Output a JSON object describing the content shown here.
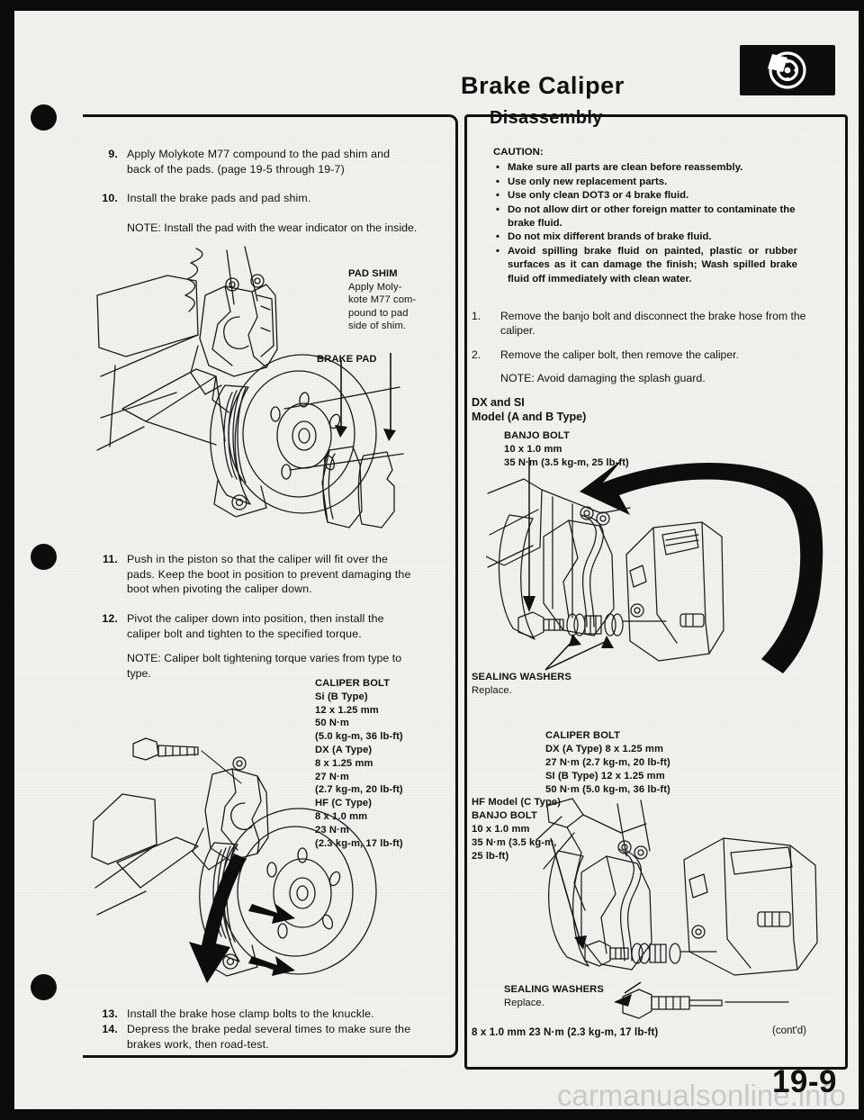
{
  "page": {
    "title": "Brake Caliper",
    "section": "Disassembly",
    "number": "19-9",
    "watermark": "carmanualsonline.info",
    "continued": "(cont'd)",
    "icon": "brake-rotor-icon"
  },
  "left_column": {
    "steps": [
      {
        "num": "9.",
        "text": "Apply Molykote M77 compound to the pad shim and back of the pads. (page 19-5 through 19-7)"
      },
      {
        "num": "10.",
        "text": "Install the brake pads and pad shim."
      }
    ],
    "note_1": "NOTE: Install the pad with the wear indicator on the inside.",
    "callouts": {
      "pad_shim_title": "PAD SHIM",
      "pad_shim_text": "Apply Moly-\nkote M77 com-\npound to pad\nside of shim.",
      "brake_pad": "BRAKE PAD"
    },
    "steps_2": [
      {
        "num": "11.",
        "text": "Push in the piston so that the caliper will fit over the pads. Keep the boot in position to prevent damaging the boot when pivoting the caliper down."
      },
      {
        "num": "12.",
        "text": "Pivot the caliper down into position, then install the caliper bolt and tighten to the specified torque."
      }
    ],
    "note_2": "NOTE: Caliper bolt tightening torque varies from type to type.",
    "caliper_bolt_callout": {
      "title": "CALIPER BOLT",
      "lines": [
        "Si (B Type)",
        "12 x 1.25 mm",
        "50 N·m",
        "(5.0 kg-m, 36 lb-ft)",
        "DX (A Type)",
        "8 x 1.25 mm",
        "27 N·m",
        "(2.7 kg-m, 20 lb-ft)",
        "HF (C Type)",
        "8 x 1.0 mm",
        "23 N·m",
        "(2.3 kg-m, 17 lb-ft)"
      ]
    },
    "steps_3": [
      {
        "num": "13.",
        "text": "Install the brake hose clamp bolts to the knuckle."
      },
      {
        "num": "14.",
        "text": "Depress the brake pedal several times to make sure the brakes work, then road-test."
      }
    ]
  },
  "right_column": {
    "caution": {
      "heading": "CAUTION:",
      "items": [
        "Make sure all parts are clean before reassembly.",
        "Use only new replacement parts.",
        "Use only clean DOT3 or 4 brake fluid.",
        "Do not allow dirt or other foreign matter to contaminate the brake fluid.",
        "Do not mix different brands of brake fluid.",
        "Avoid spilling brake fluid on painted, plastic or rubber surfaces as it can damage the finish; Wash spilled brake fluid off immediately with clean water."
      ]
    },
    "steps": [
      {
        "num": "1.",
        "text": "Remove the banjo bolt and disconnect the brake hose from the caliper."
      },
      {
        "num": "2.",
        "text": "Remove the caliper bolt, then remove the caliper."
      }
    ],
    "note": "NOTE: Avoid damaging the splash guard.",
    "model_ab": "DX and SI\nModel (A and B Type)",
    "banjo_bolt_ab": {
      "title": "BANJO BOLT",
      "lines": [
        "10 x 1.0 mm",
        "35 N·m (3.5 kg-m, 25 lb-ft)"
      ]
    },
    "sealing_washers_1": {
      "title": "SEALING WASHERS",
      "sub": "Replace."
    },
    "caliper_bolt": {
      "title": "CALIPER BOLT",
      "lines": [
        "DX (A Type) 8 x 1.25 mm",
        "27 N·m (2.7 kg-m, 20 lb-ft)",
        "SI (B Type) 12 x 1.25 mm",
        "50 N·m (5.0 kg-m, 36 lb-ft)"
      ]
    },
    "model_c": "HF Model (C Type)",
    "banjo_bolt_c": {
      "title": "BANJO BOLT",
      "lines": [
        "10 x 1.0 mm",
        "35 N·m (3.5 kg-m,",
        "25 lb-ft)"
      ]
    },
    "sealing_washers_2": {
      "title": "SEALING WASHERS",
      "sub": "Replace."
    },
    "bottom_spec": "8 x 1.0 mm 23 N·m (2.3 kg-m, 17 lb-ft)"
  }
}
